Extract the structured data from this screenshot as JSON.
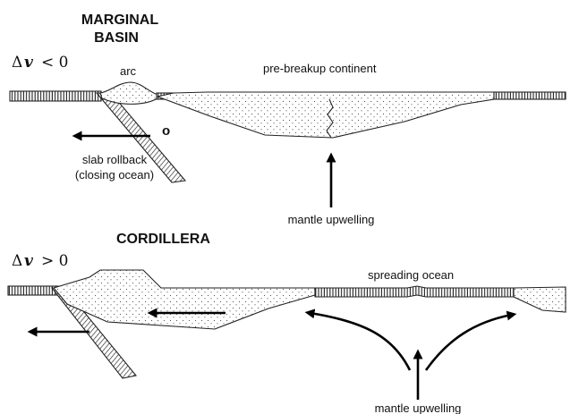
{
  "panel_top": {
    "title_line1": "MARGINAL",
    "title_line2": "BASIN",
    "delta_symbol": "Δ",
    "velocity_symbol": "v",
    "relation": "< 0",
    "label_arc": "arc",
    "label_circle": "o",
    "label_continent": "pre-breakup continent",
    "label_rollback_1": "slab rollback",
    "label_rollback_2": "(closing ocean)",
    "label_upwelling": "mantle upwelling"
  },
  "panel_bottom": {
    "title": "CORDILLERA",
    "delta_symbol": "Δ",
    "velocity_symbol": "v",
    "relation": "> 0",
    "label_ocean": "spreading ocean",
    "label_upwelling": "mantle upwelling"
  }
}
